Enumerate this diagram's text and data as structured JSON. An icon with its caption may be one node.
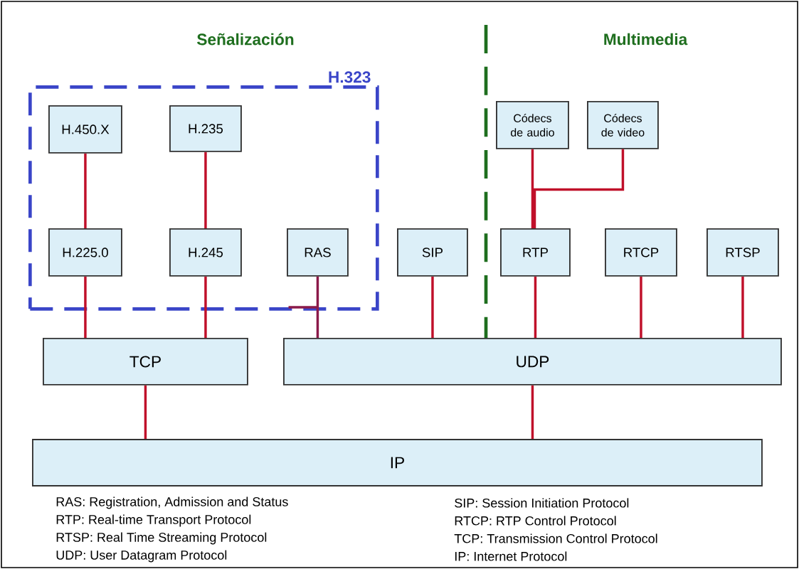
{
  "diagram": {
    "nodes": [
      {
        "text": [
          "H.323"
        ]
      },
      {
        "text": [
          "H.450.X"
        ],
        "in": 0
      },
      {
        "text": [
          "H.235"
        ],
        "in": 0
      },
      {
        "text": [
          "Códecs de audio"
        ]
      },
      {
        "text": [
          "Códecs de video"
        ]
      },
      {
        "text": [
          "H.225.0"
        ],
        "in": 0
      },
      {
        "text": [
          "H.245"
        ],
        "in": 0
      },
      {
        "text": [
          "RAS"
        ],
        "in": 0
      },
      {
        "text": [
          "SIP"
        ]
      },
      {
        "text": [
          "RTP"
        ]
      },
      {
        "text": [
          "RTCP"
        ]
      },
      {
        "text": [
          "RTSP"
        ]
      },
      {
        "text": [
          "TCP"
        ]
      },
      {
        "text": [
          "UDP"
        ]
      },
      {
        "text": [
          "IP"
        ]
      }
    ],
    "edges": [
      {
        "from": 1,
        "to": 5,
        "arrow": "none"
      },
      {
        "from": 2,
        "to": 6,
        "arrow": "none"
      },
      {
        "from": 3,
        "to": 9,
        "arrow": "none"
      },
      {
        "from": 4,
        "to": 9,
        "arrow": "none"
      },
      {
        "from": 5,
        "to": 12,
        "arrow": "none"
      },
      {
        "from": 6,
        "to": 12,
        "arrow": "none"
      },
      {
        "from": 7,
        "to": 13,
        "arrow": "none",
        "color": "#8b1a4a"
      },
      {
        "from": 8,
        "to": 13,
        "arrow": "none"
      },
      {
        "from": 9,
        "to": 13,
        "arrow": "none"
      },
      {
        "from": 10,
        "to": 13,
        "arrow": "none"
      },
      {
        "from": 11,
        "to": 13,
        "arrow": "none"
      },
      {
        "from": 12,
        "to": 14,
        "arrow": "none"
      },
      {
        "from": 13,
        "to": 14,
        "arrow": "none"
      }
    ],
    "labels": [
      "Señalización",
      "Multimedia",
      "RAS: Registration, Admission and Status",
      "SIP: Session Initiation Protocol",
      "RTP: Real-time Transport Protocol",
      "RTCP: RTP Control Protocol",
      "RTSP: Real Time Streaming Protocol",
      "TCP: Transmission Control Protocol",
      "UDP: User Datagram Protocol",
      "IP: Internet Protocol"
    ]
  }
}
